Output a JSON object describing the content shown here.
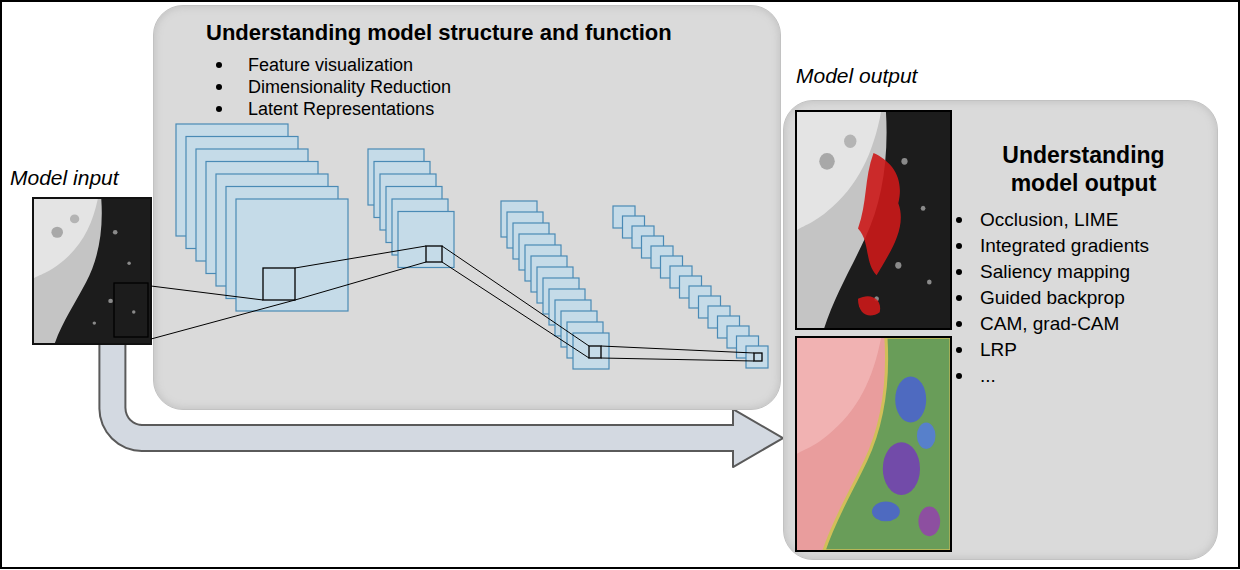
{
  "diagram": {
    "nodes": [
      {
        "text": [
          "Model input"
        ]
      },
      {
        "text": [
          "Understanding model structure and function",
          "Feature visualization",
          "Dimensionality Reduction",
          "Latent Representations"
        ]
      },
      {
        "text": [
          "Model output",
          "Understanding model output",
          "Occlusion, LIME",
          "Integrated gradients",
          "Saliency mapping",
          "Guided backprop",
          "CAM, grad-CAM",
          "LRP",
          "..."
        ]
      }
    ],
    "edges": [
      {
        "from": 0,
        "to": 2,
        "arrow": "to"
      }
    ]
  }
}
